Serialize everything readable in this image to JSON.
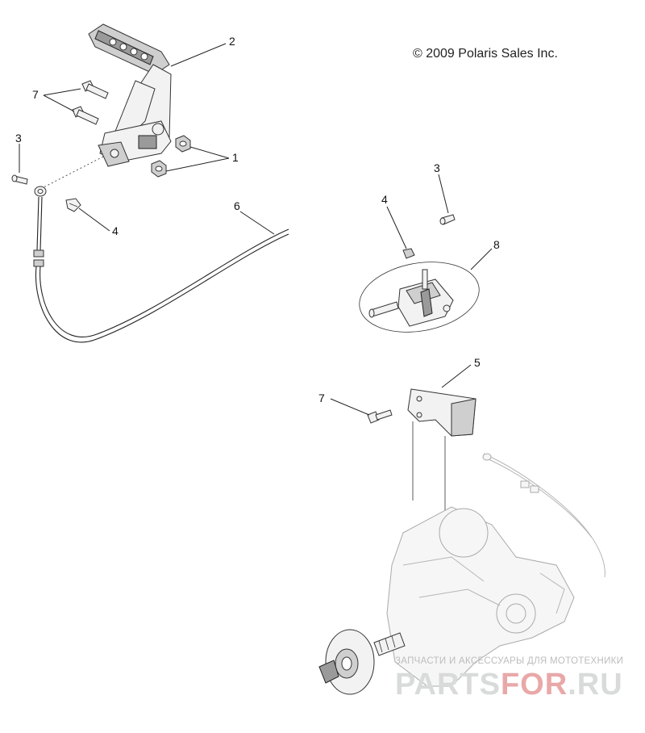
{
  "copyright": "© 2009 Polaris Sales Inc.",
  "callouts": {
    "c1": "1",
    "c2": "2",
    "c3_left": "3",
    "c3_right": "3",
    "c4_left": "4",
    "c4_right": "4",
    "c5": "5",
    "c6": "6",
    "c7_left": "7",
    "c7_right": "7",
    "c8": "8"
  },
  "watermark": {
    "tagline": "ЗАПЧАСТИ И АКСЕССУАРЫ ДЛЯ МОТОТЕХНИКИ",
    "logo_main": "PARTS",
    "logo_accent": "FOR",
    "logo_tail": ".RU"
  }
}
